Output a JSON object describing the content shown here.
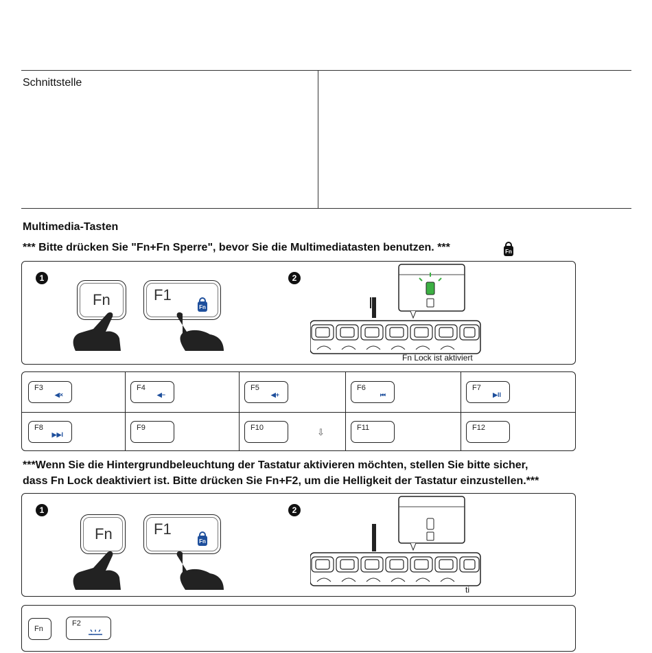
{
  "table": {
    "cell_left": "Schnittstelle",
    "cell_right": ""
  },
  "section": {
    "title": "Multimedia-Tasten",
    "note1": "*** Bitte drücken Sie \"Fn+Fn Sperre\", bevor Sie die Multimediatasten benutzen. ***",
    "note2_line1": "***Wenn Sie die Hintergrundbeleuchtung der Tastatur aktivieren möchten, stellen Sie bitte sicher,",
    "note2_line2": "dass Fn Lock deaktiviert ist. Bitte drücken Sie Fn+F2, um die Helligkeit der Tastatur einzustellen.***"
  },
  "panel1": {
    "step1": "1",
    "step2": "2",
    "key_fn": "Fn",
    "key_f1": "F1",
    "badge": "Fn",
    "caption": "Fn Lock ist aktiviert"
  },
  "panel2": {
    "step1": "1",
    "step2": "2",
    "key_fn": "Fn",
    "key_f1": "F1",
    "badge": "Fn",
    "caption": "ti"
  },
  "fkeys": {
    "row1": [
      {
        "key": "F3",
        "icon": "mute-icon",
        "glyph": "◀×"
      },
      {
        "key": "F4",
        "icon": "volume-down-icon",
        "glyph": "◀−"
      },
      {
        "key": "F5",
        "icon": "volume-up-icon",
        "glyph": "◀+"
      },
      {
        "key": "F6",
        "icon": "previous-track-icon",
        "glyph": "⏮"
      },
      {
        "key": "F7",
        "icon": "play-pause-icon",
        "glyph": "▶II"
      }
    ],
    "row2": [
      {
        "key": "F8",
        "icon": "next-track-icon",
        "glyph": "▶▶I"
      },
      {
        "key": "F9",
        "icon": "",
        "glyph": ""
      },
      {
        "key": "F10",
        "icon": "",
        "glyph": ""
      },
      {
        "key": "F11",
        "icon": "",
        "glyph": ""
      },
      {
        "key": "F12",
        "icon": "",
        "glyph": ""
      }
    ],
    "stray_arrow": "⇩"
  },
  "bottom": {
    "key_fn": "Fn",
    "key_f2": "F2",
    "f2_icon": "backlight-icon"
  },
  "colors": {
    "accent_blue": "#1e4f9c",
    "led_green": "#3cb043"
  }
}
